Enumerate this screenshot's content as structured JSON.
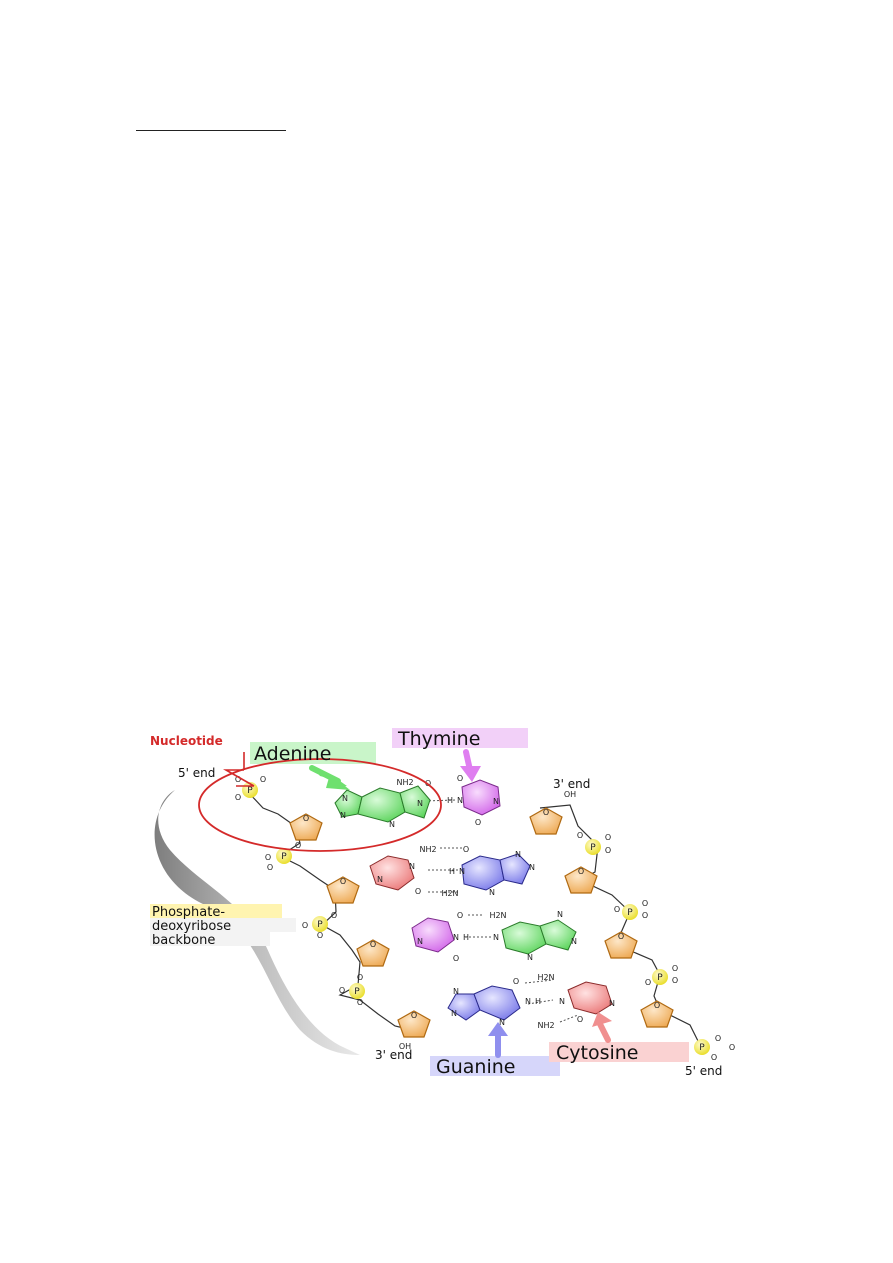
{
  "diagram": {
    "labels": {
      "nucleotide": "Nucleotide",
      "adenine": "Adenine",
      "thymine": "Thymine",
      "guanine": "Guanine",
      "cytosine": "Cytosine",
      "five_end_top": "5' end",
      "three_end_top": "3' end",
      "three_end_bottom": "3' end",
      "five_end_bottom": "5' end",
      "backbone_line1": "Phosphate-",
      "backbone_line2": "deoxyribose",
      "backbone_line3": "backbone"
    },
    "atoms": {
      "p": "P",
      "o": "O",
      "n": "N",
      "h": "H",
      "oh": "OH",
      "nh2": "NH2",
      "h2n": "H2N"
    },
    "colors": {
      "sugar": "#f3c07e",
      "sugar_stroke": "#b06a12",
      "phosphate": "#f2ec4a",
      "adenine": "#6fe06f",
      "thymine": "#df7ef0",
      "guanine": "#8f8fee",
      "cytosine": "#f08f8f",
      "nucleotide_red": "#d42a2a",
      "backbone_highlight": "#fff4b0",
      "adenine_highlight": "#c9f5c9",
      "thymine_highlight": "#f2d0f8",
      "guanine_highlight": "#d6d6fa",
      "cytosine_highlight": "#fad2d2"
    }
  }
}
